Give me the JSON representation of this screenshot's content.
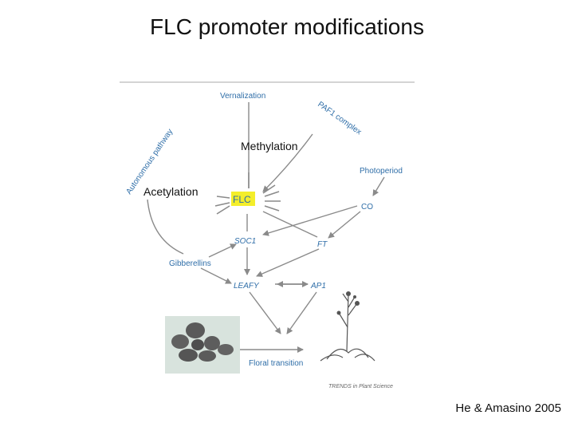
{
  "slide": {
    "title": "FLC promoter modifications",
    "citation": "He & Amasino 2005"
  },
  "diagram": {
    "nodes": {
      "vernalization": "Vernalization",
      "paf1": "PAF1 complex",
      "autonomous": "Autonomous pathway",
      "photoperiod": "Photoperiod",
      "flc": "FLC",
      "co": "CO",
      "soc1": "SOC1",
      "ft": "FT",
      "gibberellins": "Gibberellins",
      "leafy": "LEAFY",
      "ap1": "AP1",
      "floral": "Floral transition"
    },
    "annotations": {
      "methylation": "Methylation",
      "acetylation": "Acetylation"
    },
    "journal": "TRENDS in Plant Science",
    "colors": {
      "node_text": "#2f6ea8",
      "flc_highlight": "#f4ee2a",
      "arrow": "#8a8a8a"
    }
  }
}
